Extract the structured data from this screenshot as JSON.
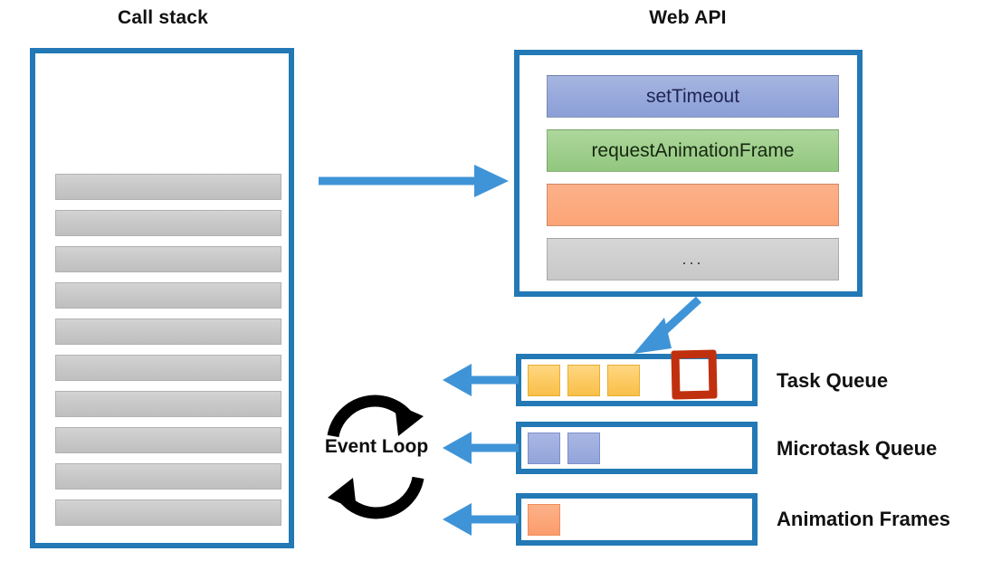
{
  "diagram": {
    "title_call_stack": "Call stack",
    "title_web_api": "Web API",
    "event_loop_label": "Event Loop"
  },
  "call_stack": {
    "frame_count": 10,
    "frames": [
      "",
      "",
      "",
      "",
      "",
      "",
      "",
      "",
      "",
      ""
    ]
  },
  "web_api": {
    "rows": [
      {
        "label": "setTimeout",
        "color": "#96a8dc",
        "style": "blue"
      },
      {
        "label": "requestAnimationFrame",
        "color": "#9ece8c",
        "style": "green"
      },
      {
        "label": "",
        "color": "#fca477",
        "style": "orange"
      },
      {
        "label": "...",
        "color": "#c8c8c8",
        "style": "gray"
      }
    ]
  },
  "queues": [
    {
      "name": "Task Queue",
      "item_color": "#fcc85e",
      "item_count": 3,
      "highlighted": true,
      "highlight_color": "#c0300e"
    },
    {
      "name": "Microtask Queue",
      "item_color": "#93a4da",
      "item_count": 2,
      "highlighted": false
    },
    {
      "name": "Animation Frames",
      "item_color": "#fb9d6d",
      "item_count": 1,
      "highlighted": false
    }
  ],
  "colors": {
    "box_border_blue": "#2279b5",
    "arrow_blue": "#3f94d8",
    "highlight_red": "#c0300e",
    "text_dark": "#111111",
    "stack_frame_gray": "#c9c9c9"
  },
  "arrows": [
    {
      "id": "call-stack-to-web-api",
      "direction": "right"
    },
    {
      "id": "web-api-to-task-queue",
      "direction": "down-left"
    },
    {
      "id": "task-queue-to-event-loop",
      "direction": "left"
    },
    {
      "id": "microtask-queue-to-event-loop",
      "direction": "left"
    },
    {
      "id": "animation-frames-to-event-loop",
      "direction": "left"
    }
  ]
}
